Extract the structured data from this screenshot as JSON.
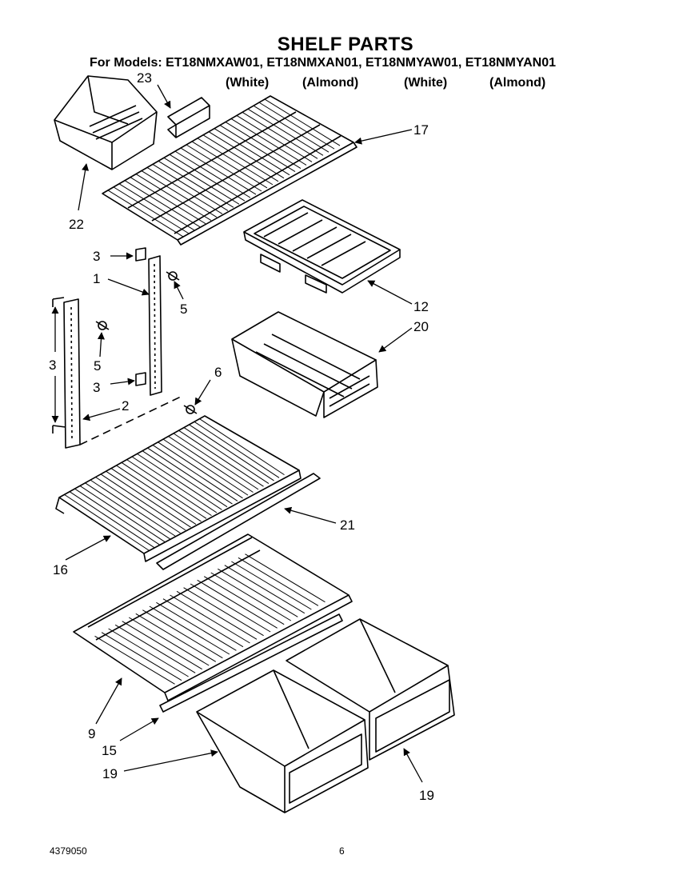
{
  "header": {
    "title": "SHELF PARTS",
    "models": "For Models: ET18NMXAW01, ET18NMXAN01, ET18NMYAW01, ET18NMYAN01",
    "colors": [
      "(White)",
      "(Almond)",
      "(White)",
      "(Almond)"
    ]
  },
  "callouts": [
    "23",
    "17",
    "22",
    "3",
    "1",
    "5",
    "12",
    "20",
    "3",
    "5",
    "3",
    "6",
    "2",
    "21",
    "16",
    "9",
    "15",
    "19",
    "19"
  ],
  "footer": {
    "doc_number": "4379050",
    "page_number": "6"
  }
}
